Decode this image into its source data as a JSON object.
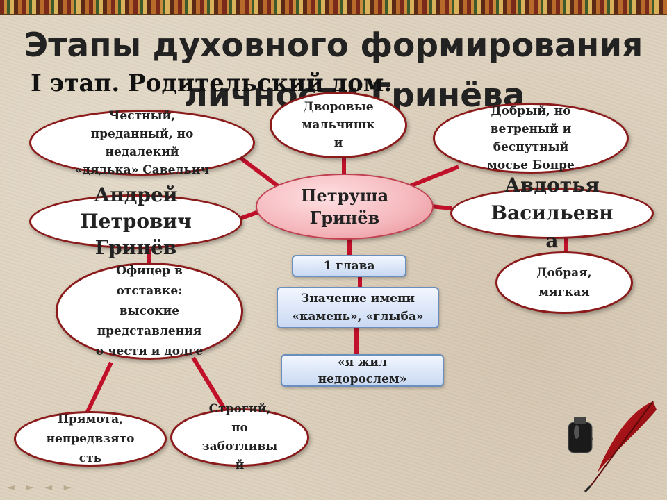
{
  "slide": {
    "title_line1": "Этапы духовного формирования",
    "title_line2": "личности Гринёва",
    "stage_label": "I этап. Родительский дом."
  },
  "nodes": {
    "center": "Петруша\nГринёв",
    "savelich": "Честный,\nпреданный, но\nнедалекий\n«дядька» Савельич",
    "dvorovye": "Дворовые\nмальчишк\nи",
    "bopre": "Добрый, но\nветреный и\nбеспутный\nмосье Бопре",
    "father": "Андрей\nПетрович\nГринёв",
    "mother": "Авдотья\nВасильевн\nа",
    "officer": "Офицер в\nотставке:\nвысокие\nпредставления\nо чести и  долге",
    "kind": "Добрая,\nмягкая",
    "pryamota": "Прямота,\nнепредвзято\nсть",
    "strogiy": "Строгий,\nно\nзаботливы\nй"
  },
  "boxes": {
    "chapter": "1 глава",
    "name_meaning": "Значение имени\n«камень», «глыба»",
    "quote": "«я жил\nнедорослем»"
  },
  "nav": {
    "arrows": "◄ ► ◄ ►"
  },
  "colors": {
    "connector": "#c0102a",
    "oval_border": "#8b1a1a",
    "box_border": "#6a8fbf"
  }
}
